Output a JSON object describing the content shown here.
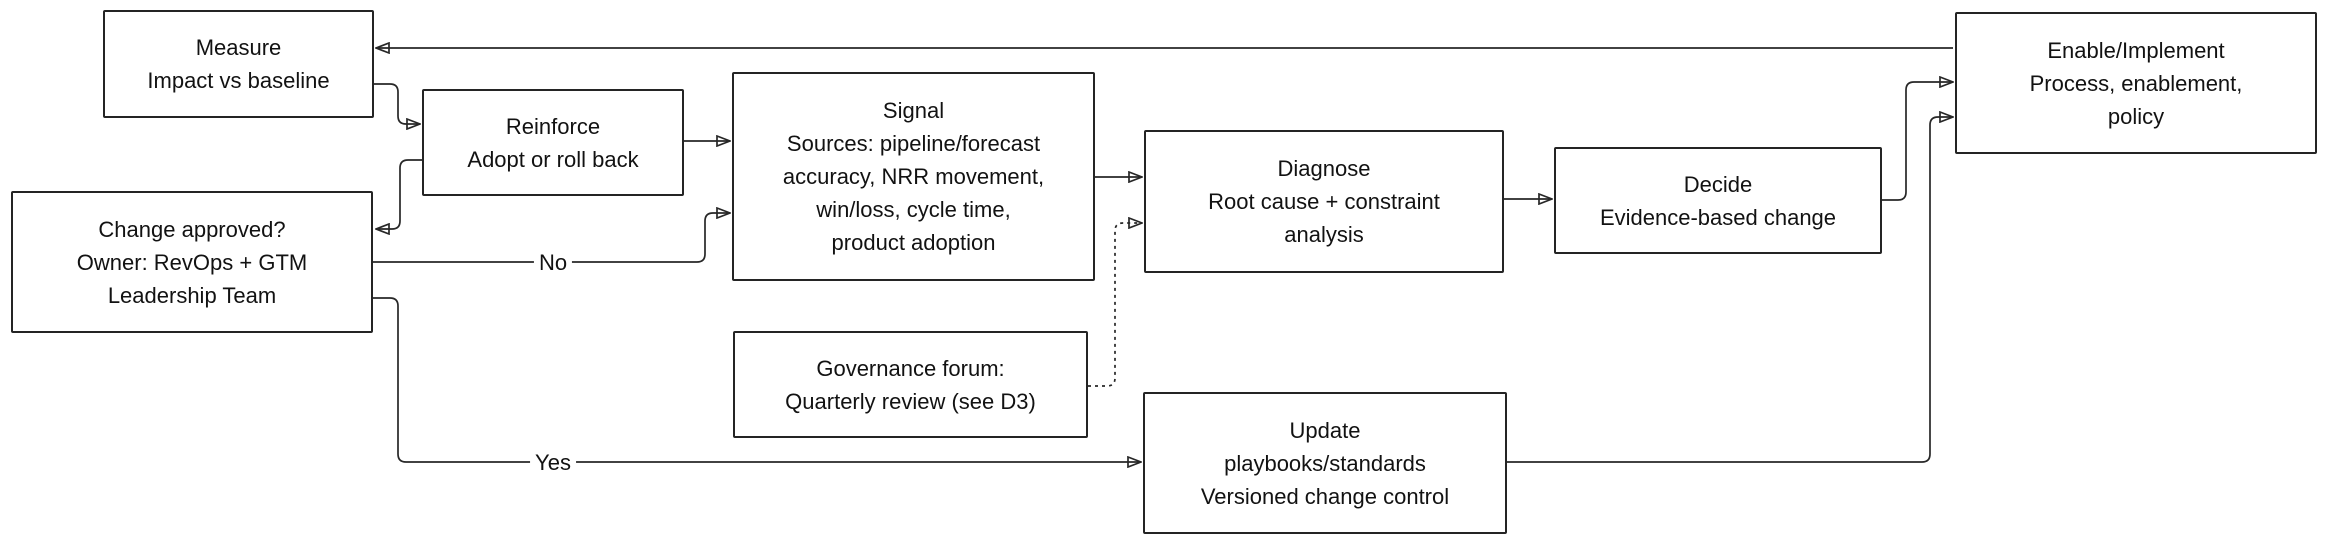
{
  "diagram": {
    "background_color": "#ffffff",
    "line_color": "#272727",
    "text_color": "#121212",
    "nodes": {
      "measure": {
        "lines": [
          "Measure",
          "Impact vs baseline"
        ]
      },
      "change_approved": {
        "lines": [
          "Change approved?",
          "Owner: RevOps + GTM",
          "Leadership Team"
        ]
      },
      "reinforce": {
        "lines": [
          "Reinforce",
          "Adopt or roll back"
        ]
      },
      "signal": {
        "lines": [
          "Signal",
          "Sources: pipeline/forecast",
          "accuracy, NRR movement,",
          "win/loss, cycle time,",
          "product adoption"
        ]
      },
      "governance": {
        "lines": [
          "Governance forum:",
          "Quarterly review (see D3)"
        ]
      },
      "diagnose": {
        "lines": [
          "Diagnose",
          "Root cause + constraint",
          "analysis"
        ]
      },
      "decide": {
        "lines": [
          "Decide",
          "Evidence-based change"
        ]
      },
      "update": {
        "lines": [
          "Update",
          "playbooks/standards",
          "Versioned change control"
        ]
      },
      "enable": {
        "lines": [
          "Enable/Implement",
          "Process, enablement,",
          "policy"
        ]
      }
    },
    "edge_labels": {
      "no": "No",
      "yes": "Yes"
    }
  }
}
